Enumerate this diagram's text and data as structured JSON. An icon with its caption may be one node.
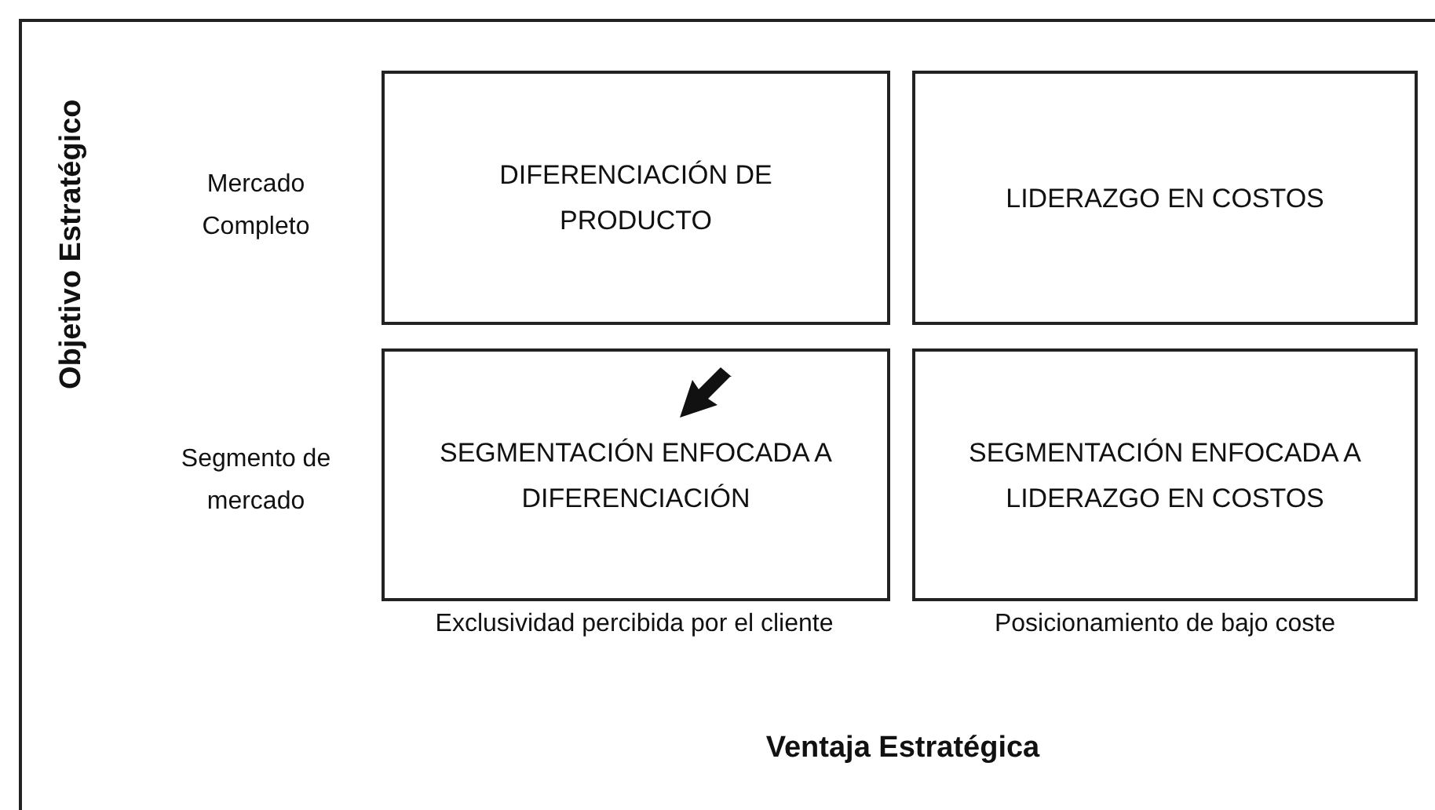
{
  "diagram": {
    "nodes": [
      {
        "text": [
          "DIFERENCIACIÓN DE PRODUCTO"
        ]
      },
      {
        "text": [
          "LIDERAZGO EN COSTOS"
        ]
      },
      {
        "text": [
          "SEGMENTACIÓN ENFOCADA A DIFERENCIACIÓN"
        ]
      },
      {
        "text": [
          "SEGMENTACIÓN ENFOCADA A LIDERAZGO EN COSTOS"
        ]
      }
    ],
    "labels": [
      "Objetivo Estratégico",
      "Mercado Completo",
      "Segmento de mercado",
      "Exclusividad percibida por el cliente",
      "Posicionamiento de bajo coste",
      "Ventaja Estratégica"
    ]
  }
}
